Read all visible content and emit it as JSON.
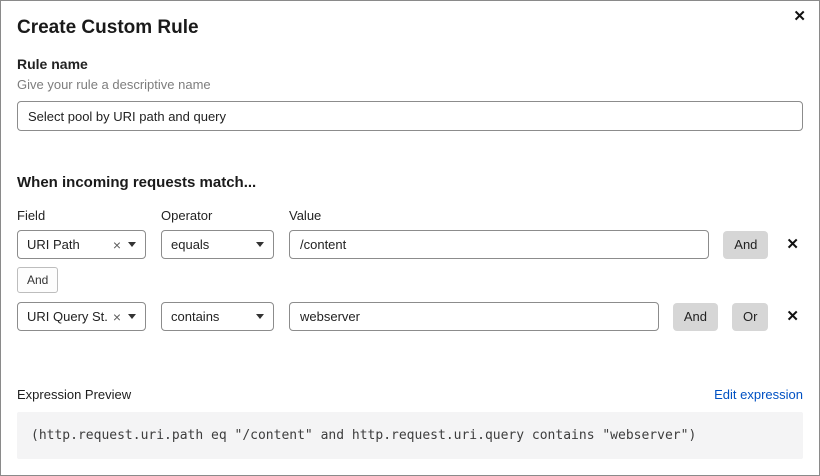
{
  "dialog": {
    "title": "Create Custom Rule",
    "close_icon": "✕"
  },
  "rule_name": {
    "label": "Rule name",
    "helper": "Give your rule a descriptive name",
    "value": "Select pool by URI path and query"
  },
  "match_section": {
    "heading": "When incoming requests match...",
    "columns": {
      "field": "Field",
      "operator": "Operator",
      "value": "Value"
    },
    "connector": "And",
    "rows": [
      {
        "field": "URI Path",
        "operator": "equals",
        "value": "/content",
        "and_label": "And",
        "remove_icon": "✕"
      },
      {
        "field": "URI Query St...",
        "operator": "contains",
        "value": "webserver",
        "and_label": "And",
        "or_label": "Or",
        "remove_icon": "✕"
      }
    ]
  },
  "expression": {
    "label": "Expression Preview",
    "edit_link": "Edit expression",
    "code": "(http.request.uri.path eq \"/content\" and http.request.uri.query contains \"webserver\")"
  }
}
